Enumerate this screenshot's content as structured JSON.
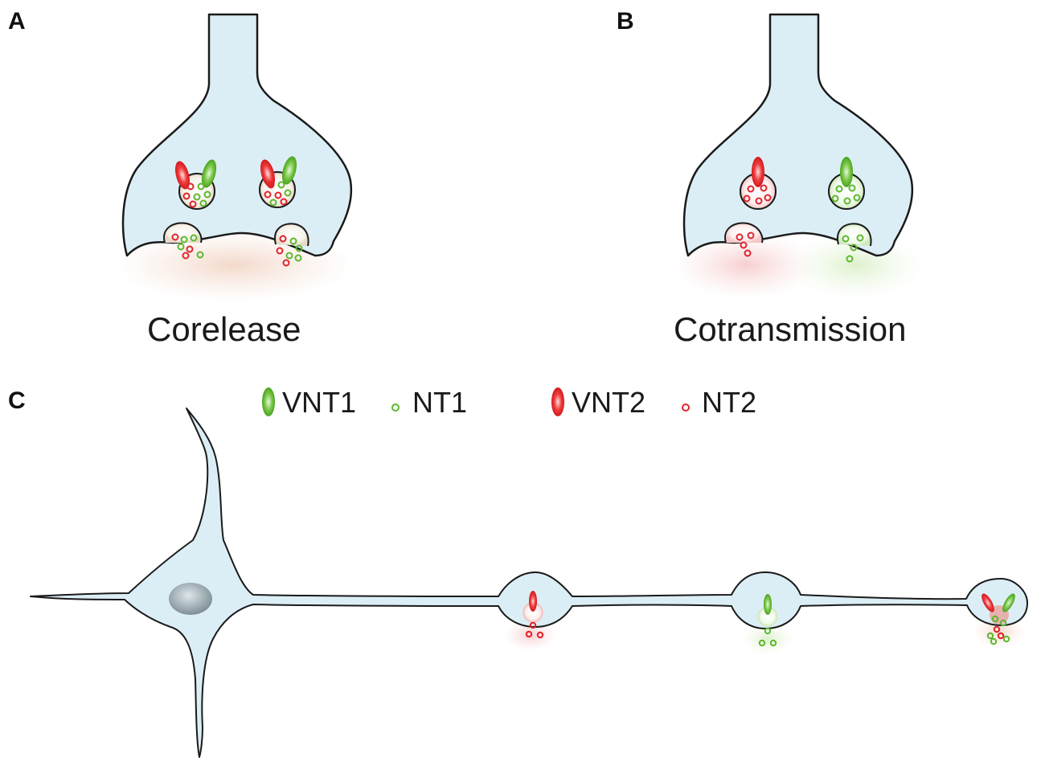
{
  "panels": {
    "a": {
      "letter": "A",
      "caption": "Corelease"
    },
    "b": {
      "letter": "B",
      "caption": "Cotransmission"
    },
    "c": {
      "letter": "C"
    }
  },
  "legend": [
    {
      "label": "VNT1",
      "kind": "vesicle-transporter",
      "color": "#5cb82e"
    },
    {
      "label": "NT1",
      "kind": "neurotransmitter",
      "color": "#5cb82e"
    },
    {
      "label": "VNT2",
      "kind": "vesicle-transporter",
      "color": "#e0242b"
    },
    {
      "label": "NT2",
      "kind": "neurotransmitter",
      "color": "#e0242b"
    }
  ],
  "colors": {
    "cytoplasm": "#dceef5",
    "outline": "#1a1a1a",
    "nucleus": "#9aa8ae",
    "green": "#5cb82e",
    "red": "#e0242b"
  }
}
